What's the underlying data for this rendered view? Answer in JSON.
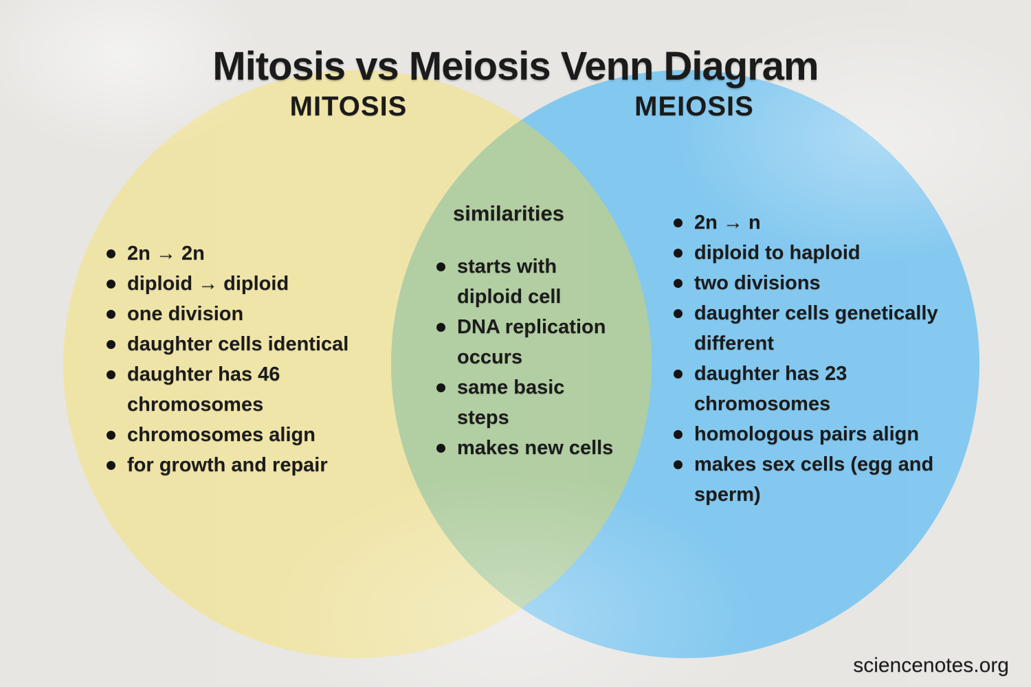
{
  "title": "Mitosis vs Meiosis Venn Diagram",
  "attribution": "sciencenotes.org",
  "colors": {
    "background": "#E8E7E4",
    "mitosis_circle": "#F0E5A9",
    "meiosis_circle": "#85C9F0",
    "overlap": "#B3CFA4",
    "text": "#1B1B1B"
  },
  "venn": {
    "mitosis": {
      "label": "MITOSIS",
      "items": [
        "2n → 2n",
        "diploid → diploid",
        "one division",
        "daughter cells identical",
        "daughter has 46\nchromosomes",
        "chromosomes align",
        "for growth and repair"
      ]
    },
    "similarities": {
      "label": "similarities",
      "items": [
        "starts with\ndiploid cell",
        "DNA replication\noccurs",
        "same basic\nsteps",
        "makes new cells"
      ]
    },
    "meiosis": {
      "label": "MEIOSIS",
      "items": [
        "2n → n",
        "diploid to haploid",
        "two divisions",
        "daughter cells genetically\ndifferent",
        "daughter has 23\nchromosomes",
        "homologous pairs align",
        "makes sex cells (egg and\nsperm)"
      ]
    }
  }
}
